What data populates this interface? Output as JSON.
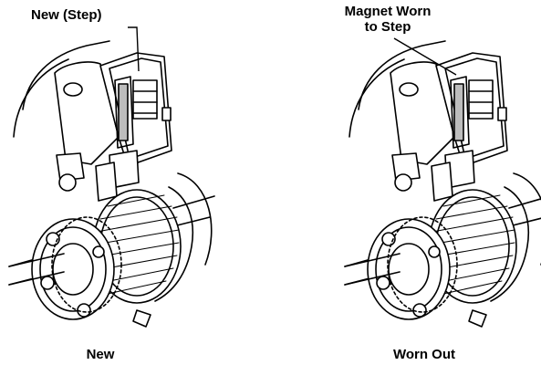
{
  "figure": {
    "left_panel": {
      "callout": "New (Step)",
      "caption": "New"
    },
    "right_panel": {
      "callout_line1": "Magnet Worn",
      "callout_line2": "to Step",
      "caption": "Worn Out"
    }
  }
}
